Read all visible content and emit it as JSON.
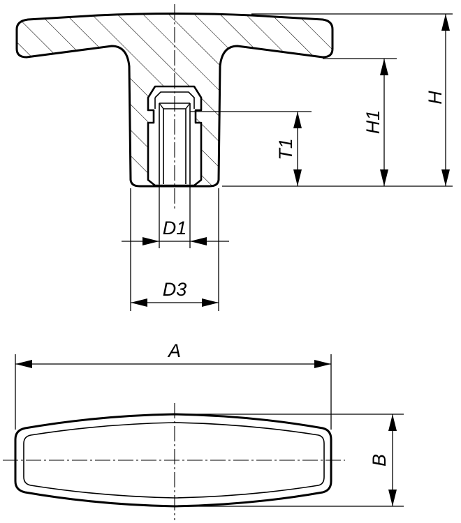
{
  "labels": {
    "D1": "D1",
    "D3": "D3",
    "T1": "T1",
    "H1": "H1",
    "H": "H",
    "A": "A",
    "B": "B"
  },
  "colors": {
    "line": "#000000",
    "background": "#ffffff"
  }
}
